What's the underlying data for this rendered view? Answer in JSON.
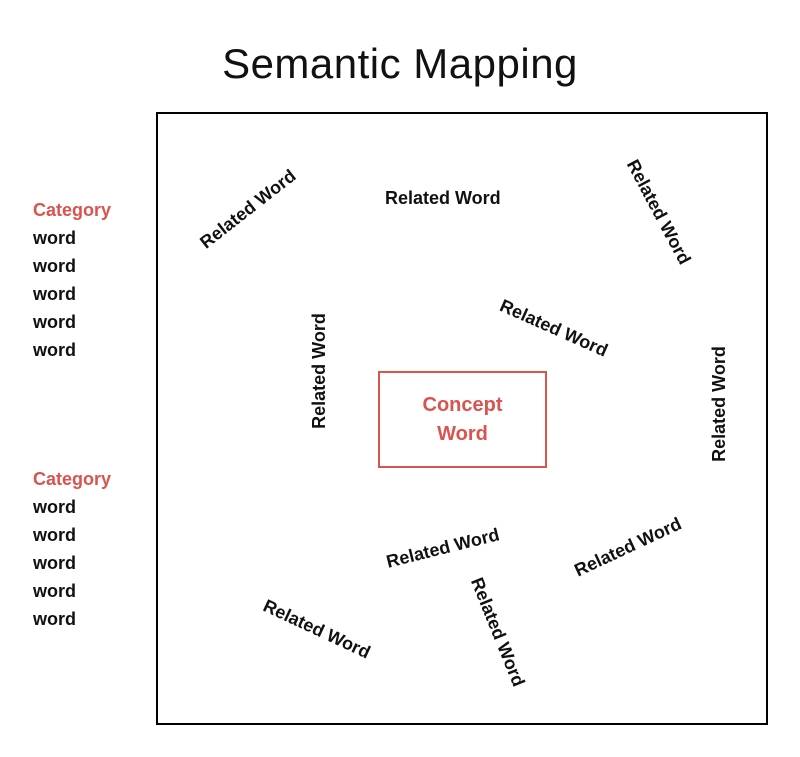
{
  "title": "Semantic Mapping",
  "accent_color": "#d9534f",
  "concept": {
    "label": "Concept Word"
  },
  "categories": [
    {
      "label": "Category",
      "words": [
        "word",
        "word",
        "word",
        "word",
        "word"
      ]
    },
    {
      "label": "Category",
      "words": [
        "word",
        "word",
        "word",
        "word",
        "word"
      ]
    }
  ],
  "related_words": [
    "Related Word",
    "Related Word",
    "Related Word",
    "Related Word",
    "Related Word",
    "Related Word",
    "Related Word",
    "Related Word",
    "Related Word",
    "Related Word"
  ]
}
